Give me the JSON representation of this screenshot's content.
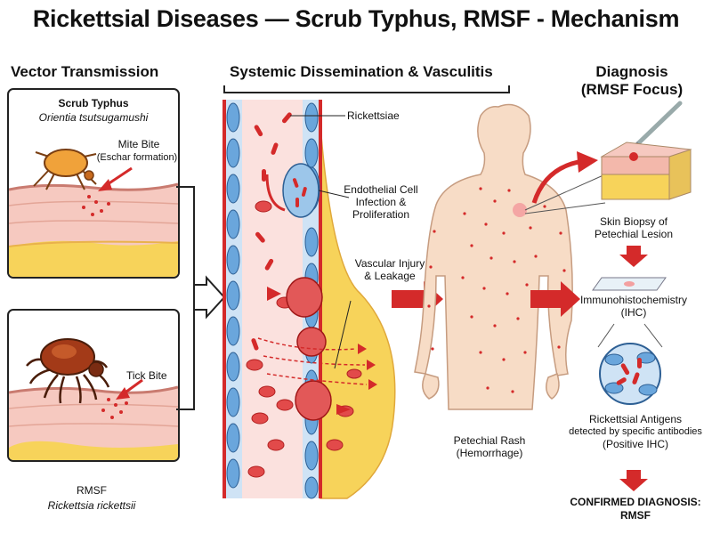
{
  "title": "Rickettsial Diseases — Scrub Typhus, RMSF - Mechanism",
  "vector": {
    "heading": "Vector Transmission",
    "scrub": {
      "name": "Scrub Typhus",
      "organism": "Orientia tsutsugamushi",
      "bite": "Mite Bite",
      "note": "(Eschar formation)"
    },
    "rmsf": {
      "bite": "Tick Bite",
      "name": "RMSF",
      "organism": "Rickettsia rickettsii"
    }
  },
  "dissemination": {
    "heading": "Systemic Dissemination & Vasculitis",
    "rickettsiae": "Rickettsiae",
    "endothelial": [
      "Endothelial Cell",
      "Infection &",
      "Proliferation"
    ],
    "injury": [
      "Vascular Injury",
      "& Leakage"
    ],
    "rash": [
      "Petechial Rash",
      "(Hemorrhage)"
    ]
  },
  "diagnosis": {
    "heading": [
      "Diagnosis",
      "(RMSF Focus)"
    ],
    "biopsy": [
      "Skin Biopsy of",
      "Petechial Lesion"
    ],
    "ihc": [
      "Immunohistochemistry",
      "(IHC)"
    ],
    "antigens": [
      "Rickettsial Antigens",
      "detected by specific antibodies",
      "(Positive IHC)"
    ],
    "confirmed": [
      "CONFIRMED DIAGNOSIS:",
      "RMSF"
    ]
  },
  "colors": {
    "red": "#d42a2a",
    "skin_pink": "#f6c9c0",
    "fat_yellow": "#f7d35a",
    "endothelium_blue": "#6aa6dc",
    "body_skin": "#f7dcc6"
  }
}
